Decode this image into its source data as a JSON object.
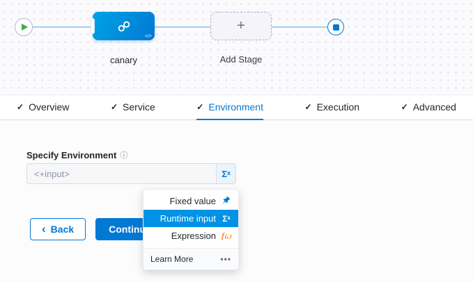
{
  "pipeline": {
    "stage_name": "canary",
    "add_stage_label": "Add Stage",
    "code_badge": "</>"
  },
  "tabs": {
    "items": [
      {
        "label": "Overview"
      },
      {
        "label": "Service"
      },
      {
        "label": "Environment"
      },
      {
        "label": "Execution"
      },
      {
        "label": "Advanced"
      }
    ],
    "active": "Environment"
  },
  "form": {
    "label": "Specify Environment",
    "input_value": "",
    "input_placeholder": "<+input>",
    "multi_type_icon": "Σˣ"
  },
  "dropdown": {
    "items": [
      {
        "label": "Fixed value",
        "icon_name": "pin-icon"
      },
      {
        "label": "Runtime input",
        "icon_name": "sigma-icon",
        "icon_glyph": "Σˣ"
      },
      {
        "label": "Expression",
        "icon_name": "expression-icon",
        "icon_glyph": "f₍ₓ₎"
      }
    ],
    "selected": "Runtime input",
    "footer": {
      "label": "Learn More",
      "menu_icon": "•••"
    }
  },
  "buttons": {
    "back_chevron": "‹",
    "back": "Back",
    "continue": "Continue"
  },
  "icons": {
    "check": "✓",
    "info": "ⓘ",
    "plus": "+"
  },
  "colors": {
    "accent": "#0278d5",
    "node_blue": "#0092e4",
    "selected_bg": "#0092e4",
    "expression_orange": "#ff832b",
    "play_green": "#42ab45"
  }
}
